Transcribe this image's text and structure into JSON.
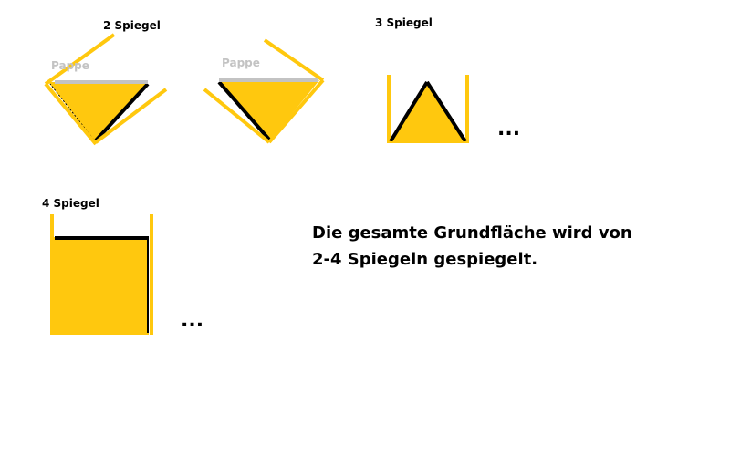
{
  "labels": {
    "two_mirrors": "2 Spiegel",
    "three_mirrors": "3 Spiegel",
    "four_mirrors": "4 Spiegel",
    "cardboard": "Pappe",
    "ellipsis": "...",
    "caption_line1": "Die gesamte Grundfläche wird von",
    "caption_line2": "2-4 Spiegeln gespiegelt."
  },
  "colors": {
    "fill": "#ffc80e",
    "mirror": "#000000",
    "cardboard": "#c3c3c3",
    "background": "#ffffff"
  }
}
